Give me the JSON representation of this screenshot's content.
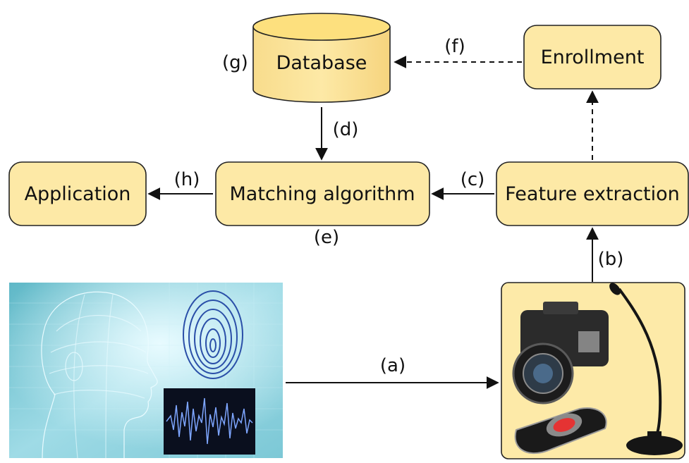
{
  "nodes": {
    "database": "Database",
    "enrollment": "Enrollment",
    "application": "Application",
    "matching": "Matching algorithm",
    "feature": "Feature extraction"
  },
  "labels": {
    "a": "(a)",
    "b": "(b)",
    "c": "(c)",
    "d": "(d)",
    "e": "(e)",
    "f": "(f)",
    "g": "(g)",
    "h": "(h)"
  },
  "images": {
    "left_panel": "biometric-head-fingerprint-waveform-image",
    "right_panel": "sensor-devices-camera-fingerprint-scanner-microphone-image"
  },
  "colors": {
    "node_fill": "#fde9a6",
    "node_stroke": "#222222",
    "db_top": "#fde48a",
    "panel_bg": "#fdeaa8"
  }
}
